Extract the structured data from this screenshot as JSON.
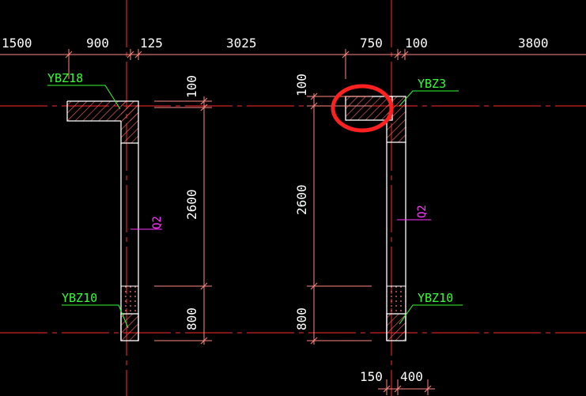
{
  "colors": {
    "background": "#000000",
    "axis": "#ff2a2a",
    "outline": "#ffffff",
    "hatch": "#ff6a6a",
    "dim_line": "#ff8a80",
    "label_green": "#33ff33",
    "label_magenta": "#ff33ff",
    "highlight": "#ff2020"
  },
  "top_dims": [
    "1500",
    "900",
    "125",
    "3025",
    "750",
    "100",
    "3800"
  ],
  "bottom_dims": [
    "150",
    "400"
  ],
  "vertical_dims": {
    "left": [
      "100",
      "2600",
      "800"
    ],
    "right": [
      "100",
      "2600",
      "800"
    ]
  },
  "labels": {
    "ybz18": "YBZ18",
    "ybz3": "YBZ3",
    "ybz10_left": "YBZ10",
    "ybz10_right": "YBZ10",
    "q2_left": "Q2",
    "q2_right": "Q2"
  }
}
